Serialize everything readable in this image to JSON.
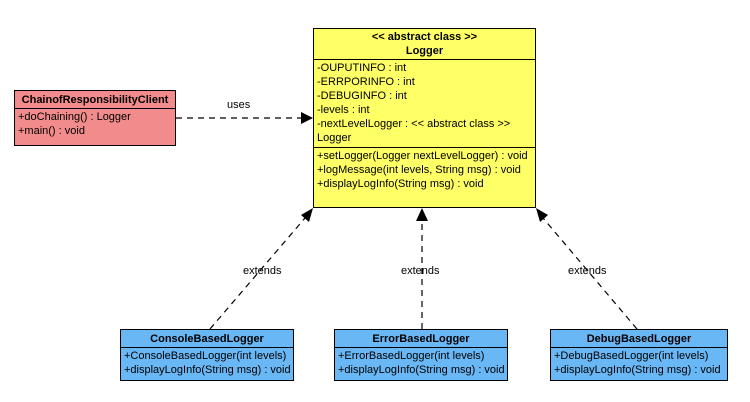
{
  "logger": {
    "stereotype": "<< abstract class >>",
    "name": "Logger",
    "attributes": [
      "-OUPUTINFO : int",
      "-ERRPORINFO : int",
      "-DEBUGINFO : int",
      "-levels : int",
      "-nextLevelLogger : << abstract class >> Logger"
    ],
    "operations": [
      "+setLogger(Logger nextLevelLogger) : void",
      "+logMessage(int levels, String msg) : void",
      "+displayLogInfo(String msg) : void"
    ],
    "color": "#ffff66"
  },
  "client": {
    "name": "ChainofResponsibilityClient",
    "operations": [
      "+doChaining() : Logger",
      "+main() : void"
    ],
    "color": "#f28b8b"
  },
  "console": {
    "name": "ConsoleBasedLogger",
    "operations": [
      "+ConsoleBasedLogger(int levels)",
      "+displayLogInfo(String msg) : void"
    ],
    "color": "#6ab7f5"
  },
  "error": {
    "name": "ErrorBasedLogger",
    "operations": [
      "+ErrorBasedLogger(int levels)",
      "+displayLogInfo(String msg) : void"
    ],
    "color": "#6ab7f5"
  },
  "debug": {
    "name": "DebugBasedLogger",
    "operations": [
      "+DebugBasedLogger(int levels)",
      "+displayLogInfo(String msg) : void"
    ],
    "color": "#6ab7f5"
  },
  "relations": {
    "uses": "uses",
    "extends_console": "extends",
    "extends_error": "extends",
    "extends_debug": "extends"
  }
}
